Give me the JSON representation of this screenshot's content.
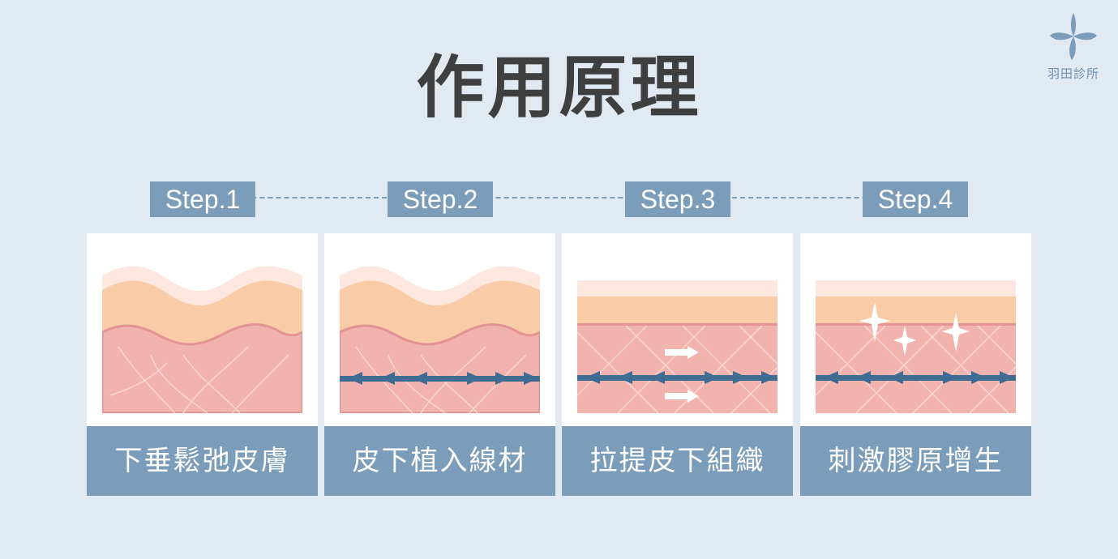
{
  "title": "作用原理",
  "logo": {
    "text": "羽田診所",
    "icon": "butterfly-logo-icon"
  },
  "steps": [
    {
      "label": "Step.1",
      "caption": "下垂鬆弛皮膚"
    },
    {
      "label": "Step.2",
      "caption": "皮下植入線材"
    },
    {
      "label": "Step.3",
      "caption": "拉提皮下組織"
    },
    {
      "label": "Step.4",
      "caption": "刺激膠原增生"
    }
  ],
  "colors": {
    "background": "#e1e9f3",
    "accent": "#7b9db9",
    "title": "#3f3f3f",
    "epidermis": "#fde7df",
    "fat_layer": "#f9cba7",
    "dermis": "#f2b2ad",
    "thread": "#3f6c93"
  }
}
